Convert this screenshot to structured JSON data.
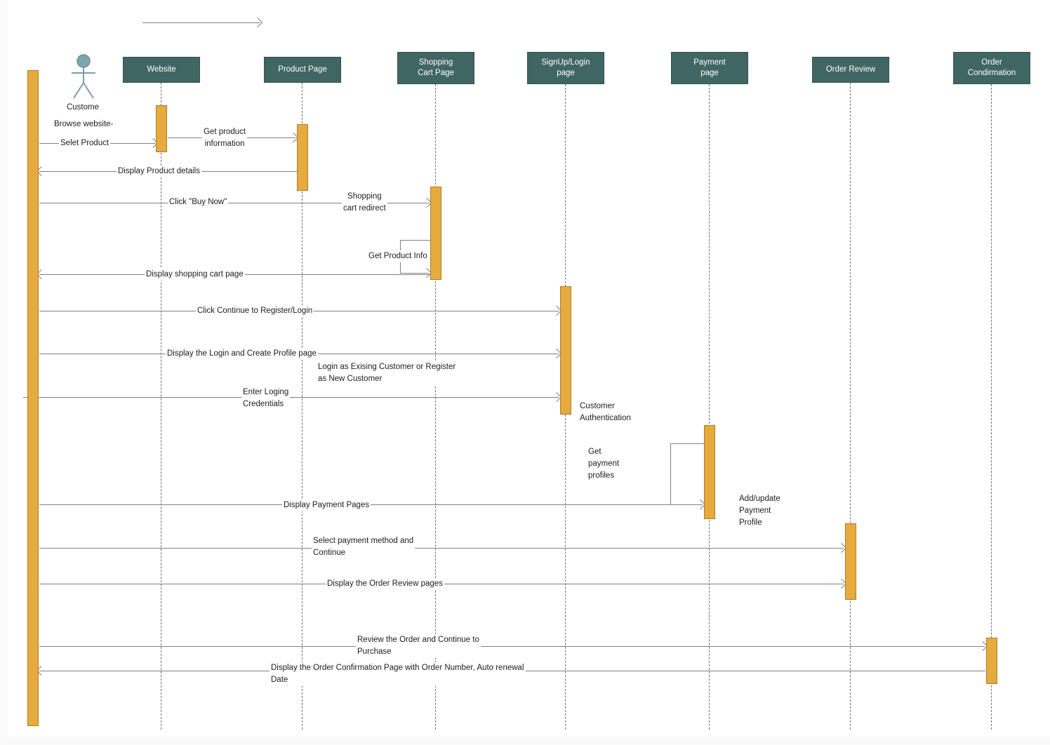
{
  "colors": {
    "participant_bg": "#406663",
    "participant_text": "#ffffff",
    "activation_fill": "#e5ab3e",
    "activation_border": "#ad7e24",
    "message_line": "#808080",
    "actor_fill": "#7fa6ae"
  },
  "actor": {
    "label": "Custome"
  },
  "participants": [
    {
      "label": "Website"
    },
    {
      "label": "Product Page"
    },
    {
      "label": "Shopping\nCart Page"
    },
    {
      "label": "SignUp/Login\npage"
    },
    {
      "label": "Payment\npage"
    },
    {
      "label": "Order Review"
    },
    {
      "label": "Order\nCondirmation"
    }
  ],
  "labels": {
    "browse": "Browse website-",
    "select_product": "Selet Product",
    "get_product_information": "Get product\ninformation",
    "display_details": "Display Product details",
    "buy_now": "Click \"Buy Now\"",
    "cart_redirect": "Shopping\ncart redirect",
    "get_product_info_self": "Get Product Info",
    "display_cart": "Display shopping cart page",
    "continue_register": "Click Continue to Register/Login",
    "display_login": "Display the Login and Create Profile page",
    "login_note": "Login as Exising Customer or Register\nas New Customer",
    "enter_credentials": "Enter Loging\nCredentials",
    "auth_note": "Customer\nAuthentication",
    "get_payment_profiles": "Get\npayment\nprofiles",
    "display_payment": "Display Payment Pages",
    "add_update_profile": "Add/update\nPayment\nProfile",
    "select_payment": "Select payment method and\nContinue",
    "display_review": "Display the Order Review pages",
    "review_order": "Review the Order and Continue to\nPurchase",
    "display_confirmation": "Display the Order Confirmation Page with Order Number, Auto renewal\nDate"
  }
}
